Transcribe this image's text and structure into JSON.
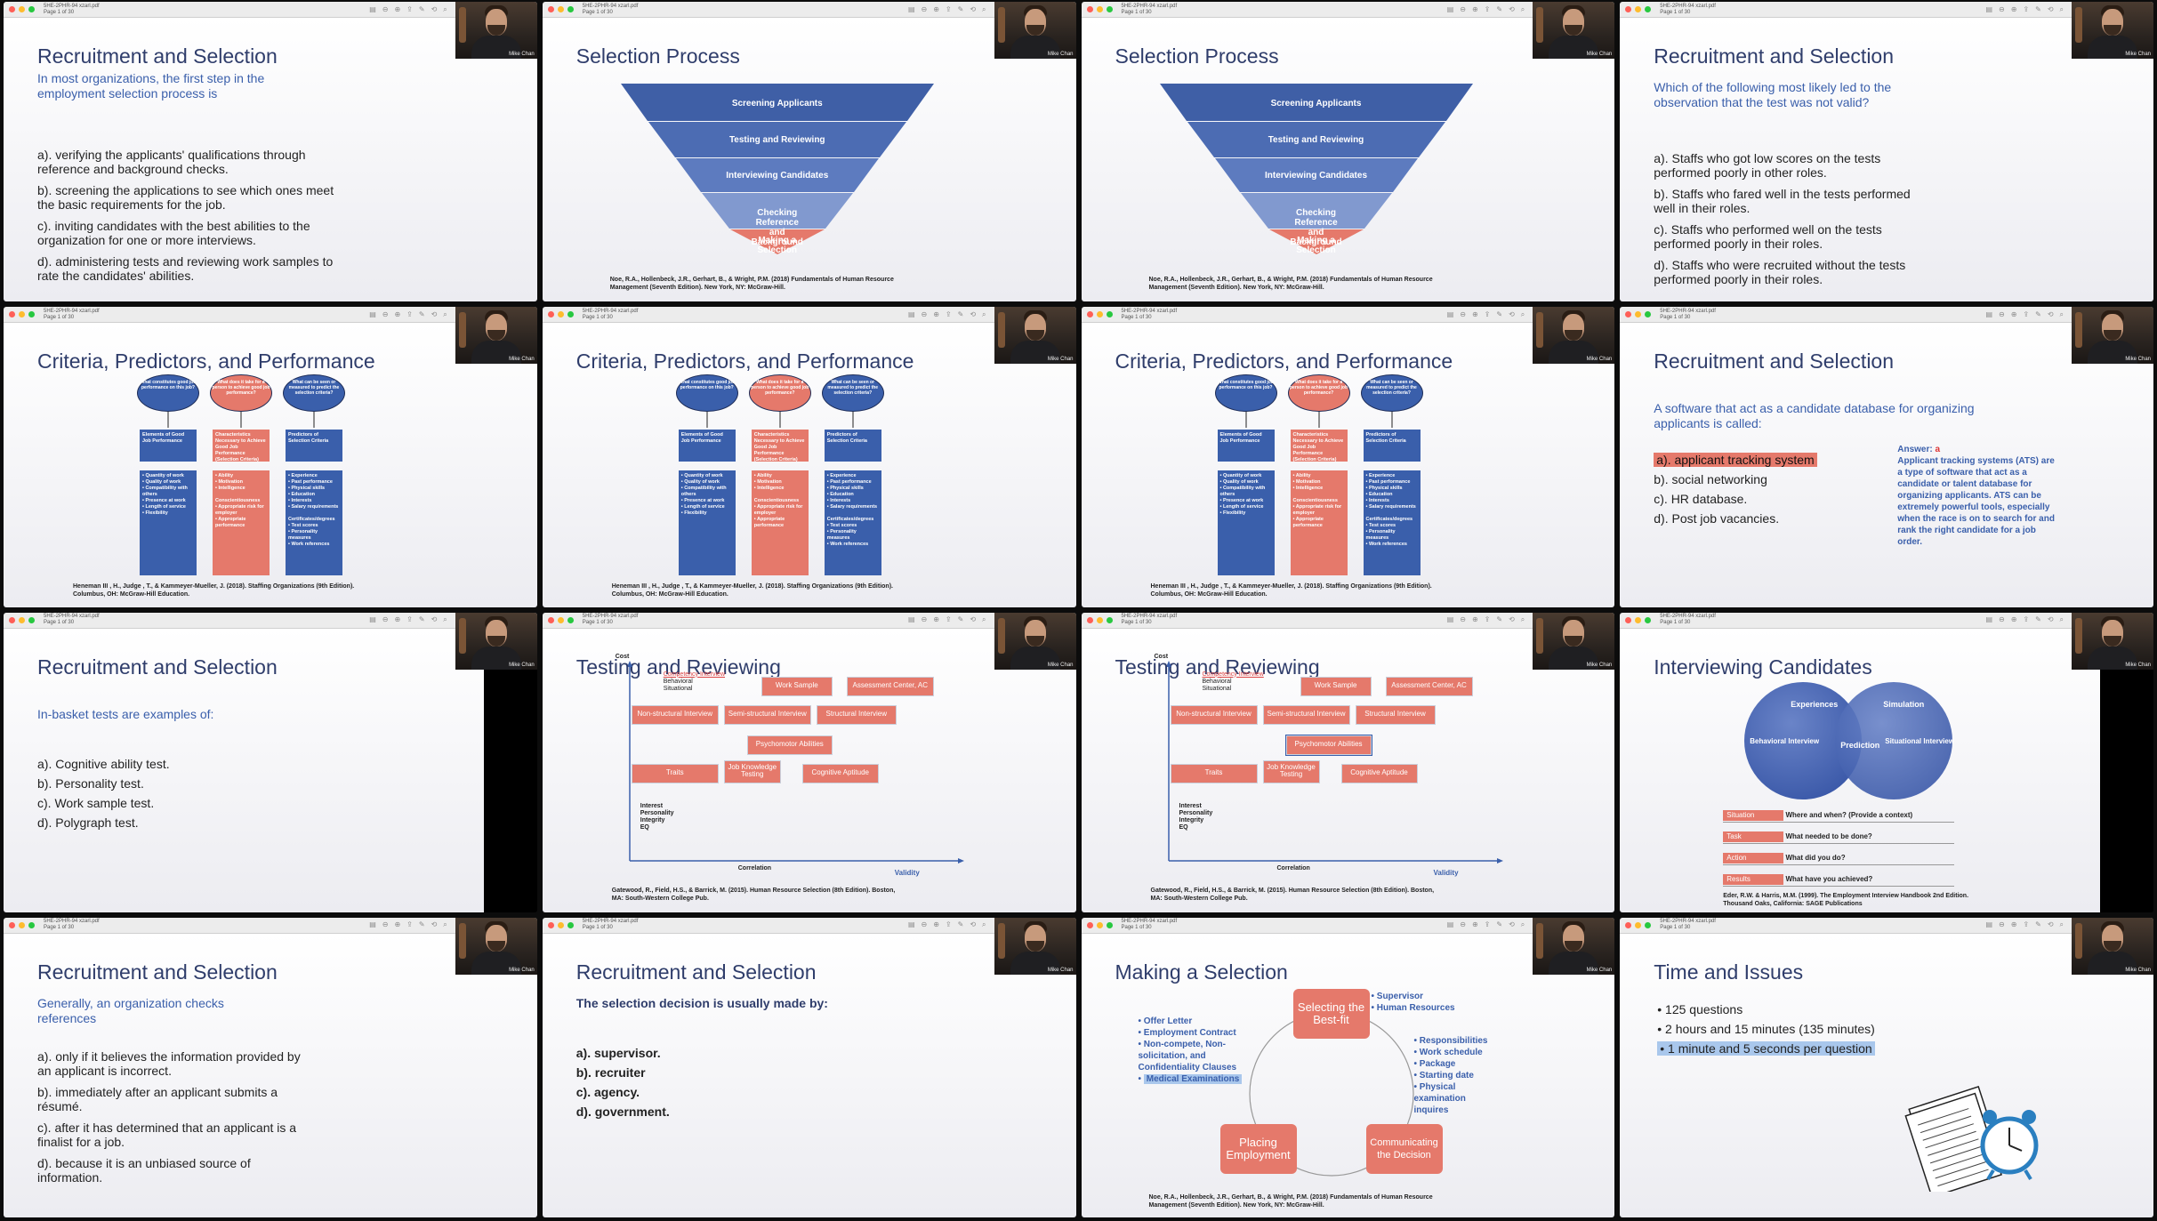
{
  "window": {
    "doc_title": "5HE-2PHR-94 xzarl.pdf",
    "doc_subtitle": "Page 1 of 30",
    "webcam_name": "Mike Chan"
  },
  "slides": {
    "s1": {
      "title": "Recruitment and Selection",
      "question": "In most organizations, the first step in the employment selection process is",
      "options": [
        "a). verifying the applicants' qualifications through reference and background checks.",
        "b). screening the applications to see which ones meet the basic requirements for the job.",
        "c). inviting candidates with the best abilities to the organization for one or more interviews.",
        "d). administering tests and reviewing work samples to rate the candidates' abilities."
      ]
    },
    "s2": {
      "title": "Selection Process",
      "funnel": [
        "Screening Applicants",
        "Testing and Reviewing",
        "Interviewing Candidates",
        "Checking Reference and Background",
        "Making a Selection"
      ],
      "citation": "Noe, R.A., Hollenbeck, J.R., Gerhart, B., & Wright, P.M. (2018) Fundamentals of Human Resource Management (Seventh Edition). New York, NY: McGraw-Hill."
    },
    "s3": {
      "title": "Selection Process",
      "funnel": [
        "Screening Applicants",
        "Testing and Reviewing",
        "Interviewing Candidates",
        "Checking Reference and Background",
        "Making a Selection"
      ],
      "citation": "Noe, R.A., Hollenbeck, J.R., Gerhart, B., & Wright, P.M. (2018) Fundamentals of Human Resource Management (Seventh Edition). New York, NY: McGraw-Hill."
    },
    "s4": {
      "title": "Recruitment and Selection",
      "question": "Which of the following most likely led to the observation that the test was not valid?",
      "options": [
        "a). Staffs who got low scores on the tests performed poorly in other roles.",
        "b). Staffs who fared well in the tests performed well in their roles.",
        "c). Staffs who performed well on the tests performed poorly in their roles.",
        "d). Staffs who were recruited without the tests performed poorly in their roles."
      ]
    },
    "criteria": {
      "title": "Criteria, Predictors, and Performance",
      "ovals": [
        "What constitutes good job performance on this job?",
        "What does it take for a person to achieve good job performance?",
        "What can be seen or measured to predict the selection criteria?"
      ],
      "heads": [
        "Elements of Good Job Performance",
        "Characteristics Necessary to Achieve Good Job Performance (Selection Criteria)",
        "Predictors of Selection Criteria"
      ],
      "col1": "• Quantity of work\n• Quality of work\n• Compatibility with others\n• Presence at work\n• Length of service\n• Flexibility",
      "col2": "• Ability\n• Motivation\n• Intelligence\n\nConscientiousness\n• Appropriate risk for employer\n• Appropriate performance",
      "col3": "• Experience\n• Past performance\n• Physical skills\n• Education\n• Interests\n• Salary requirements\n\nCertificates/degrees\n• Test scores\n• Personality measures\n• Work references",
      "citation": "Heneman III , H., Judge , T., & Kammeyer-Mueller, J. (2018). Staffing Organizations (9th Edition). Columbus, OH: McGraw-Hill Education."
    },
    "s8": {
      "title": "Recruitment and Selection",
      "question": "A software that act as a candidate database for organizing applicants is called:",
      "options": [
        "a). applicant tracking system",
        "b). social networking",
        "c). HR database.",
        "d). Post job vacancies."
      ],
      "answer_label": "Answer:",
      "answer_letter": "a",
      "answer_text": "Applicant tracking systems (ATS) are a type of software that act as a candidate or talent database for organizing applicants. ATS can be extremely powerful tools, especially when the race is on to search for and rank the right candidate for a job order."
    },
    "s9": {
      "title": "Recruitment and Selection",
      "question": "In-basket tests are examples of:",
      "options": [
        "a). Cognitive ability test.",
        "b). Personality test.",
        "c). Work sample test.",
        "d). Polygraph test."
      ]
    },
    "testing": {
      "title": "Testing and Reviewing",
      "y_axis": "Cost",
      "x_axis": "Correlation",
      "x_axis2": "Validity",
      "top_left": [
        "Competency Interview",
        "Behavioral",
        "Situational"
      ],
      "boxes": [
        "Work Sample",
        "Assessment Center, AC",
        "Non-structural Interview",
        "Semi-structural Interview",
        "Structural Interview",
        "Psychomotor Abilities",
        "Traits",
        "Job Knowledge Testing",
        "Cognitive Aptitude"
      ],
      "bottom_left": [
        "Interest",
        "Personality",
        "Integrity",
        "EQ"
      ],
      "citation": "Gatewood, R., Field, H.S., & Barrick, M. (2015). Human Resource Selection (8th Edition). Boston, MA: South-Western College Pub."
    },
    "s12": {
      "title": "Interviewing Candidates",
      "venn": [
        "Experiences",
        "Simulation",
        "Behavioral Interview",
        "Prediction",
        "Situational Interview"
      ],
      "star": [
        {
          "tag": "Situation",
          "text": "Where and when? (Provide a context)"
        },
        {
          "tag": "Task",
          "text": "What needed to be done?"
        },
        {
          "tag": "Action",
          "text": "What did you do?"
        },
        {
          "tag": "Results",
          "text": "What have you achieved?"
        }
      ],
      "citation": "Eder, R.W. & Harris, M.M. (1999). The Employment Interview Handbook 2nd Edition. Thousand Oaks, California: SAGE Publications"
    },
    "s13": {
      "title": "Recruitment and Selection",
      "question": "Generally, an organization checks references",
      "options": [
        "a). only if it believes the information provided by an applicant is incorrect.",
        "b). immediately after an applicant submits a résumé.",
        "c). after it has determined that an applicant is a finalist for a job.",
        "d). because it is an unbiased source of information."
      ]
    },
    "s14": {
      "title": "Recruitment and Selection",
      "question": "The selection decision is usually made by:",
      "options": [
        "a). supervisor.",
        "b). recruiter",
        "c). agency.",
        "d). government."
      ]
    },
    "s15": {
      "title": "Making a Selection",
      "boxes": [
        "Selecting the Best-fit",
        "Placing Employment",
        "Communicating the Decision"
      ],
      "left_list": [
        "Offer Letter",
        "Employment Contract",
        "Non-compete, Non-solicitation, and Confidentiality Clauses",
        "Medical Examinations"
      ],
      "top_list": [
        "Supervisor",
        "Human Resources"
      ],
      "right_list": [
        "Responsibilities",
        "Work schedule",
        "Package",
        "Starting date",
        "Physical examination inquires"
      ],
      "citation": "Noe, R.A., Hollenbeck, J.R., Gerhart, B., & Wright, P.M. (2018) Fundamentals of Human Resource Management (Seventh Edition). New York, NY: McGraw-Hill."
    },
    "s16": {
      "title": "Time and Issues",
      "bullets": [
        "• 125 questions",
        "• 2 hours and 15 minutes (135 minutes)",
        "• 1 minute and 5 seconds per question"
      ]
    }
  },
  "colors": {
    "navy": "#2f3d6b",
    "blue": "#3a5fab",
    "salmon": "#e5796b",
    "highlight": "#a9c7ec"
  },
  "icons": [
    "close-dot",
    "minimize-dot",
    "zoom-dot",
    "sidebar-icon",
    "zoom-out-icon",
    "zoom-in-icon",
    "share-icon",
    "markup-icon",
    "search-icon"
  ]
}
